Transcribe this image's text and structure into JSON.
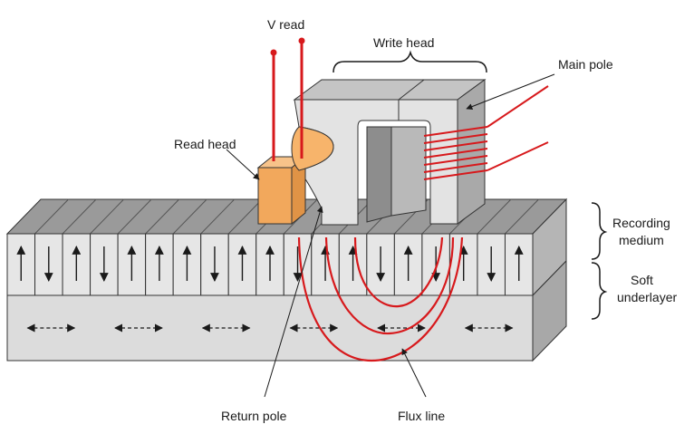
{
  "labels": {
    "v_read": "V read",
    "write_head": "Write head",
    "main_pole": "Main pole",
    "read_head": "Read head",
    "recording_medium_line1": "Recording",
    "recording_medium_line2": "medium",
    "soft_underlayer_line1": "Soft",
    "soft_underlayer_line2": "underlayer",
    "return_pole": "Return pole",
    "flux_line": "Flux line"
  },
  "domains": [
    "up",
    "down",
    "up",
    "down",
    "up",
    "up",
    "up",
    "down",
    "up",
    "up",
    "down",
    "up",
    "up",
    "down",
    "up",
    "down",
    "up",
    "down",
    "up"
  ],
  "underlayer_arrow_count": 6,
  "colors": {
    "red": "#d7191c",
    "read_head": "#f2a85c",
    "grain_front": "#e6e6e6",
    "grain_top": "#9a9a9a",
    "underlayer_front": "#dcdcdc",
    "underlayer_side": "#a8a8a8",
    "head_front": "#e3e3e3",
    "head_top": "#c4c4c4",
    "head_side": "#a9a9a9"
  }
}
